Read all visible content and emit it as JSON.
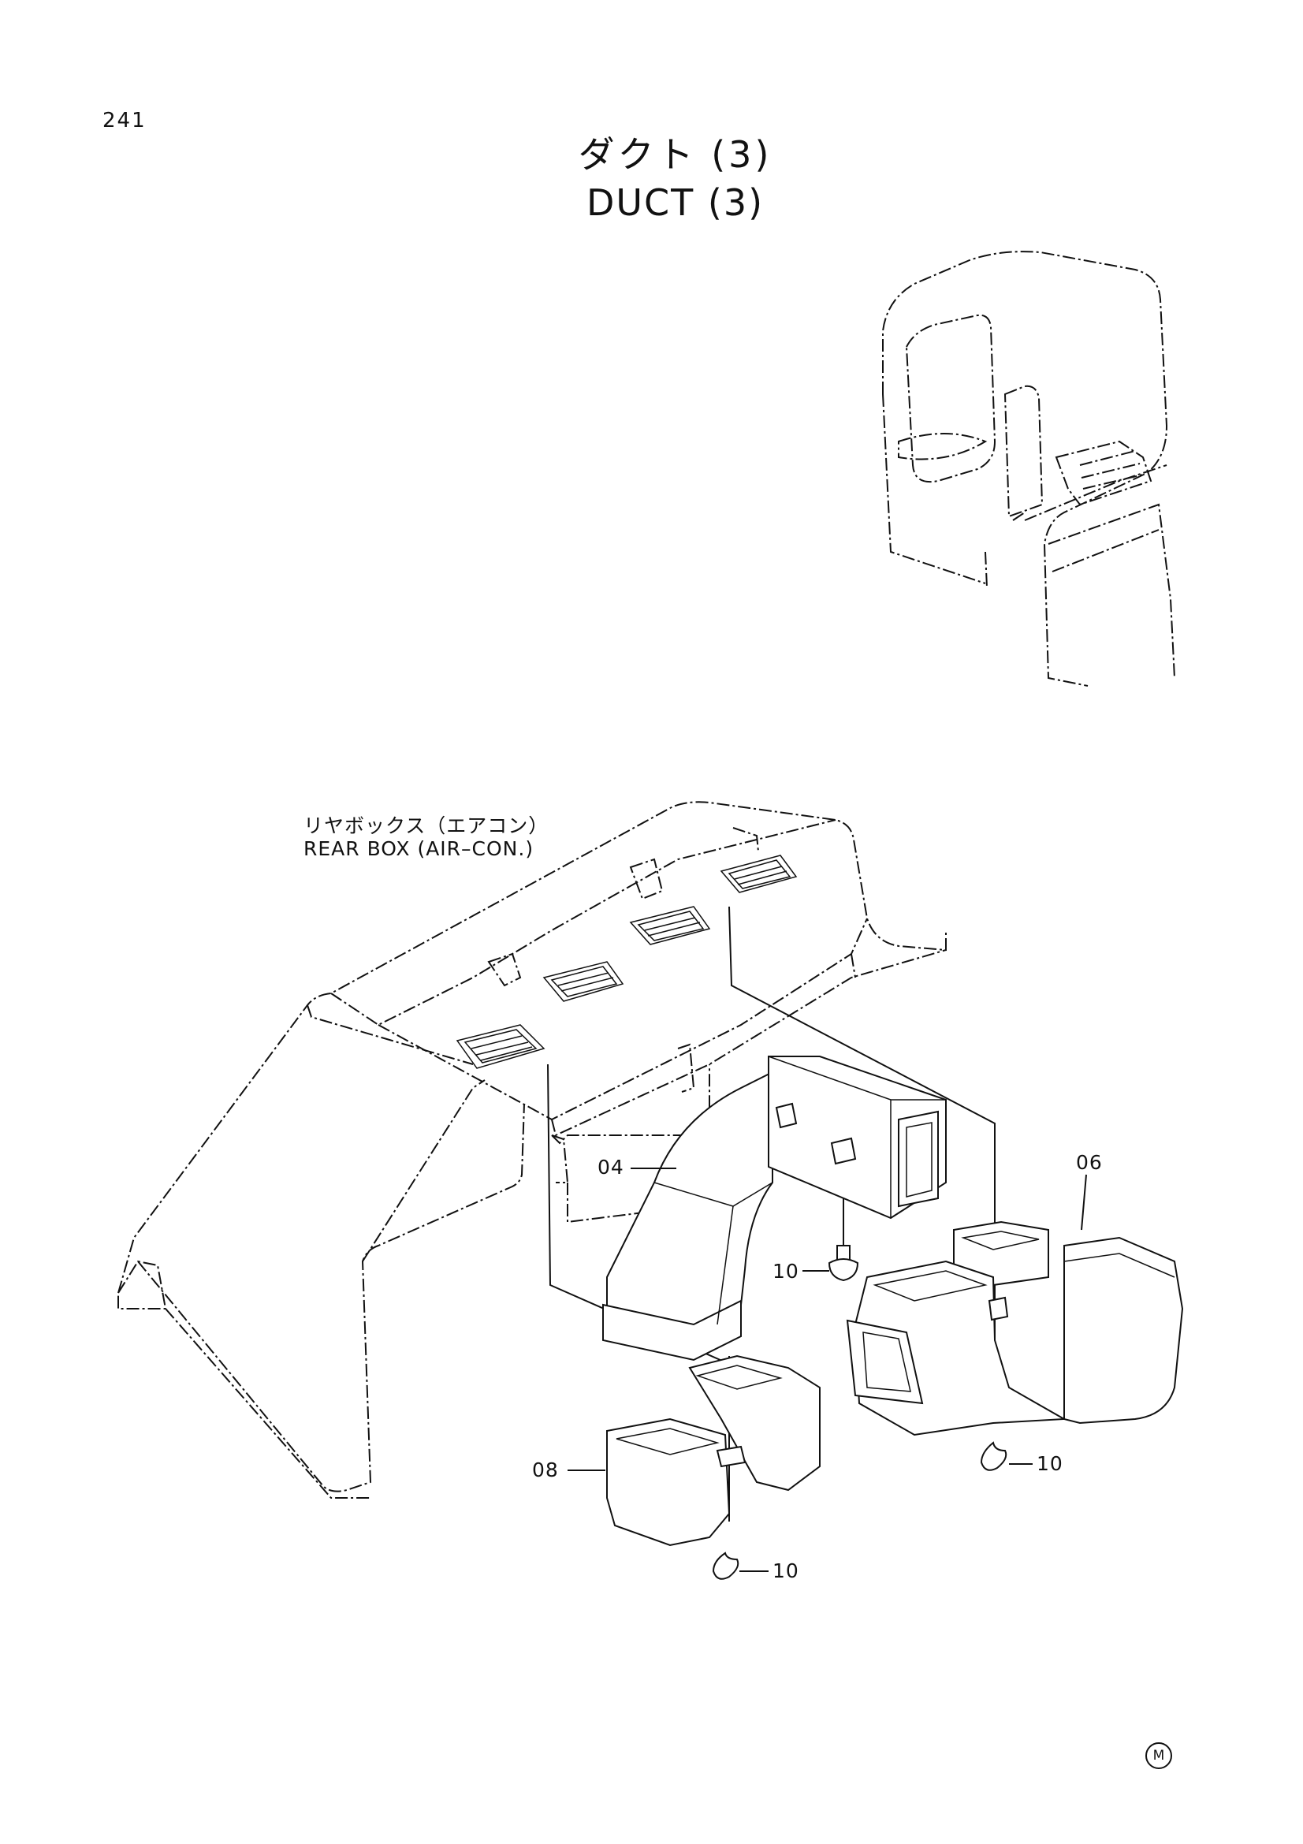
{
  "page": {
    "number": "241"
  },
  "title": {
    "jp": "ダクト (3)",
    "en": "DUCT (3)"
  },
  "callouts": {
    "rear_box_jp": "リヤボックス（エアコン）",
    "rear_box_en": "REAR BOX (AIR–CON.)",
    "part_04": "04",
    "part_06": "06",
    "part_08": "08",
    "part_10_a": "10",
    "part_10_b": "10",
    "part_10_c": "10"
  },
  "footer": {
    "mark": "M"
  }
}
